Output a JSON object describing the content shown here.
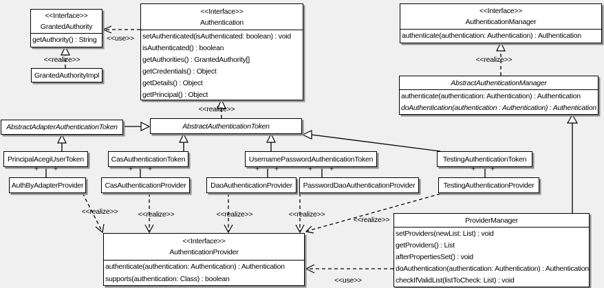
{
  "diagram_type": "uml-class-diagram",
  "colors": {
    "background": "#f0f0f0",
    "box_fill": "#ffffff",
    "border": "#000000",
    "shadow": "#8e8e8e"
  },
  "labels": {
    "use": "<<use>>",
    "realize": "<<realize>>",
    "plus": "+"
  },
  "classes": {
    "granted_authority": {
      "stereotype": "<<Interface>>",
      "name": "GrantedAuthority",
      "methods": [
        "getAuthority() : String"
      ]
    },
    "granted_authority_impl": {
      "name": "GrantedAuthorityImpl"
    },
    "authentication": {
      "stereotype": "<<Interface>>",
      "name": "Authentication",
      "methods": [
        "setAuthenticated(isAuthenticated: boolean) : void",
        "isAuthenticated() : boolean",
        "getAuthorities() : GrantedAuthority[]",
        "getCredentials() : Object",
        "getDetails() : Object",
        "getPrincipal() : Object"
      ]
    },
    "authentication_manager": {
      "stereotype": "<<Interface>>",
      "name": "AuthenticationManager",
      "methods": [
        "authenticate(authentication: Authentication) : Authentication"
      ]
    },
    "abstract_authentication_manager": {
      "name": "AbstractAuthenticationManager",
      "methods": [
        "authenticate(authentication: Authentication) : Authentication",
        "doAuthentication(authentication : Authentication) : Authentication"
      ]
    },
    "abstract_adapter_authentication_token": {
      "name": "AbstractAdapterAuthenticationToken"
    },
    "abstract_authentication_token": {
      "name": "AbstractAuthenticationToken"
    },
    "principal_acegi_user_token": {
      "name": "PrincipalAcegiUserToken"
    },
    "cas_authentication_token": {
      "name": "CasAuthenticationToken"
    },
    "username_password_authentication_token": {
      "name": "UsernamePasswordAuthenticationToken"
    },
    "testing_authentication_token": {
      "name": "TestingAuthenticationToken"
    },
    "auth_by_adapter_provider": {
      "name": "AuthByAdapterProvider"
    },
    "cas_authentication_provider": {
      "name": "CasAuthenticationProvider"
    },
    "dao_authentication_provider": {
      "name": "DaoAuthenticationProvider"
    },
    "password_dao_authentication_provider": {
      "name": "PasswordDaoAuthenticationProvider"
    },
    "testing_authentication_provider": {
      "name": "TestingAuthenticationProvider"
    },
    "authentication_provider": {
      "stereotype": "<<Interface>>",
      "name": "AuthenticationProvider",
      "methods": [
        "authenticate(authentication: Authentication) : Authentication",
        "supports(authentication: Class) : boolean"
      ]
    },
    "provider_manager": {
      "name": "ProviderManager",
      "methods": [
        "setProviders(newList: List) : void",
        "getProviders() : List",
        "afterPropertiesSet() : void",
        "doAuthentication(authentication: Authentication) : Authentication",
        "checkIfValidList(listToCheck: List) : void"
      ]
    }
  }
}
